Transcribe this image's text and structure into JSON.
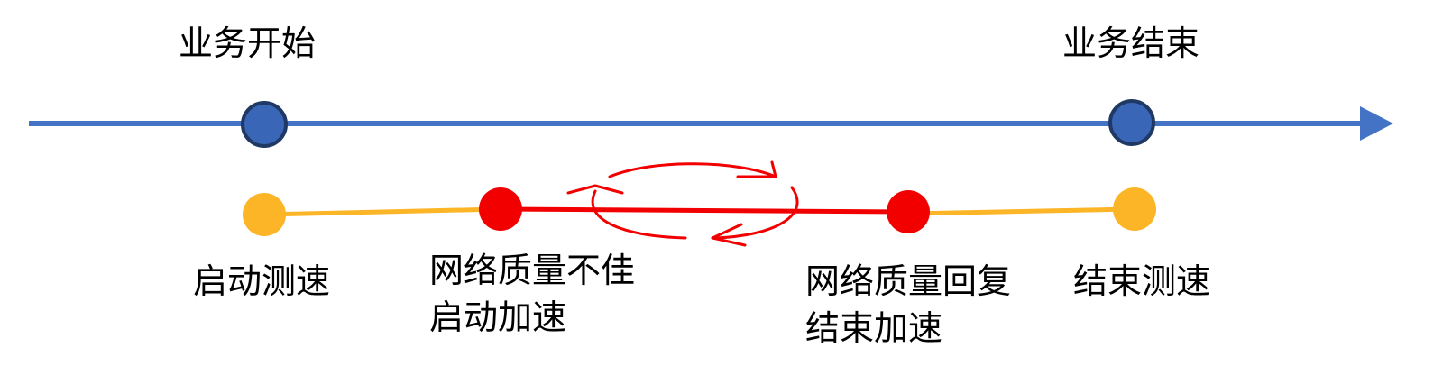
{
  "labels": {
    "business_start": "业务开始",
    "business_end": "业务结束",
    "start_speedtest": "启动测速",
    "poor_network_line1": "网络质量不佳",
    "poor_network_line2": "启动加速",
    "network_recovered_line1": "网络质量回复",
    "network_recovered_line2": "结束加速",
    "end_speedtest": "结束测速"
  },
  "colors": {
    "timeline_blue": "#4472C4",
    "node_blue_fill": "#3A66B8",
    "node_blue_stroke": "#1F3864",
    "yellow": "#FBB526",
    "red": "#F20000"
  }
}
